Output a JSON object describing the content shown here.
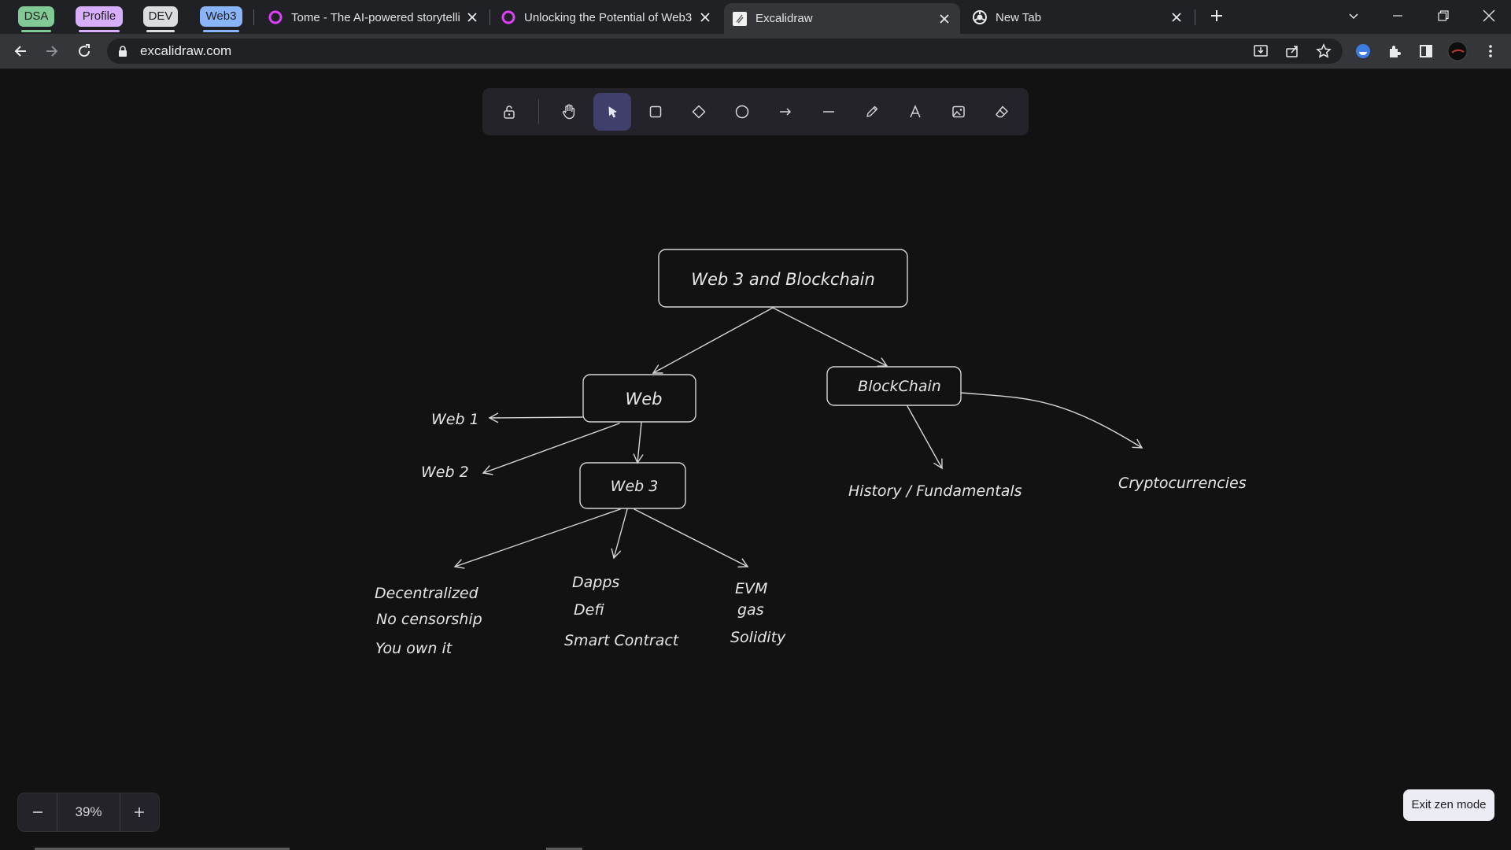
{
  "browser": {
    "tab_groups": [
      {
        "label": "DSA",
        "color": "#81c995"
      },
      {
        "label": "Profile",
        "color": "#d7aefb"
      },
      {
        "label": "DEV",
        "color": "#dadce0"
      },
      {
        "label": "Web3",
        "color": "#8ab4f8"
      }
    ],
    "tabs": [
      {
        "title": "Tome - The AI-powered storytelli",
        "icon": "tome-icon",
        "active": false
      },
      {
        "title": "Unlocking the Potential of Web3",
        "icon": "tome-icon",
        "active": false
      },
      {
        "title": "Excalidraw",
        "icon": "excalidraw-icon",
        "active": true
      },
      {
        "title": "New Tab",
        "icon": "chrome-icon",
        "active": false
      }
    ],
    "url": "excalidraw.com",
    "accent_tab_icon_color": "#e040fb"
  },
  "toolbar": {
    "tools": [
      {
        "name": "lock",
        "icon": "lock-icon"
      },
      {
        "name": "hand",
        "icon": "hand-icon"
      },
      {
        "name": "selection",
        "icon": "pointer-icon",
        "active": true
      },
      {
        "name": "rectangle",
        "icon": "rectangle-icon"
      },
      {
        "name": "diamond",
        "icon": "diamond-icon"
      },
      {
        "name": "ellipse",
        "icon": "ellipse-icon"
      },
      {
        "name": "arrow",
        "icon": "arrow-icon"
      },
      {
        "name": "line",
        "icon": "line-icon"
      },
      {
        "name": "draw",
        "icon": "pencil-icon"
      },
      {
        "name": "text",
        "icon": "text-icon"
      },
      {
        "name": "image",
        "icon": "image-icon"
      },
      {
        "name": "eraser",
        "icon": "eraser-icon"
      }
    ],
    "active_color": "#403e6a"
  },
  "diagram": {
    "root": "Web 3 and Blockchain",
    "web": "Web",
    "blockchain": "BlockChain",
    "web1": "Web 1",
    "web2": "Web 2",
    "web3": "Web 3",
    "history": "History / Fundamentals",
    "crypto": "Cryptocurrencies",
    "col1": [
      "Decentralized",
      "No censorship",
      "You own it"
    ],
    "col2": [
      "Dapps",
      "Defi",
      "Smart Contract"
    ],
    "col3": [
      "EVM",
      "gas",
      "Solidity"
    ]
  },
  "zoom": {
    "value": "39%",
    "minus": "−",
    "plus": "+"
  },
  "exit_zen_label": "Exit zen mode"
}
